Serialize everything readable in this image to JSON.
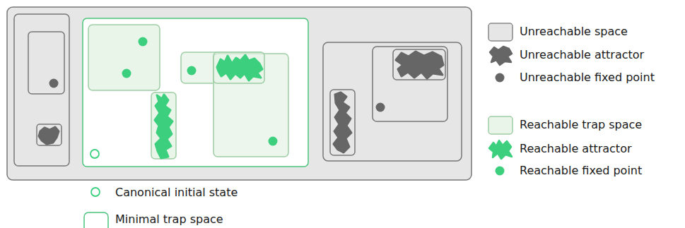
{
  "diagram": {
    "legend": [
      {
        "text": "Unreachable space",
        "color": "#e6e6e6"
      },
      {
        "text": "Unreachable attractor",
        "color": "#666666"
      },
      {
        "text": "Unreachable fixed point",
        "color": "#666666"
      },
      {
        "text": "Reachable trap space",
        "color": "#e9f5e9"
      },
      {
        "text": "Reachable attractor",
        "color": "#3ccf7e"
      },
      {
        "text": "Reachable fixed point",
        "color": "#3ccf7e"
      },
      {
        "text": "Canonical initial state"
      },
      {
        "text": "Minimal trap space"
      }
    ]
  }
}
